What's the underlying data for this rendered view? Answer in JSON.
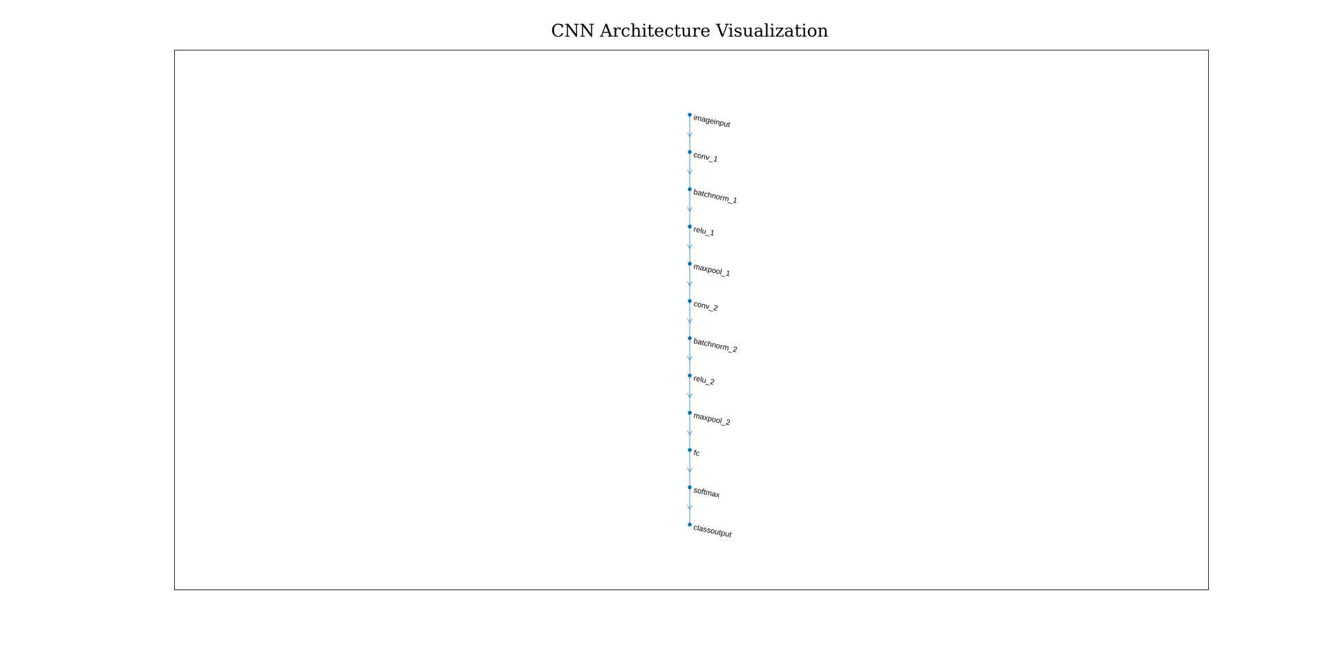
{
  "figure": {
    "title": "CNN Architecture Visualization"
  },
  "graph": {
    "layout": "layered",
    "node_color": "#0072BD",
    "edge_color": "#0072BD",
    "nodes": [
      {
        "label": "imageinput"
      },
      {
        "label": "conv_1"
      },
      {
        "label": "batchnorm_1"
      },
      {
        "label": "relu_1"
      },
      {
        "label": "maxpool_1"
      },
      {
        "label": "conv_2"
      },
      {
        "label": "batchnorm_2"
      },
      {
        "label": "relu_2"
      },
      {
        "label": "maxpool_2"
      },
      {
        "label": "fc"
      },
      {
        "label": "softmax"
      },
      {
        "label": "classoutput"
      }
    ],
    "edges": [
      [
        "imageinput",
        "conv_1"
      ],
      [
        "conv_1",
        "batchnorm_1"
      ],
      [
        "batchnorm_1",
        "relu_1"
      ],
      [
        "relu_1",
        "maxpool_1"
      ],
      [
        "maxpool_1",
        "conv_2"
      ],
      [
        "conv_2",
        "batchnorm_2"
      ],
      [
        "batchnorm_2",
        "relu_2"
      ],
      [
        "relu_2",
        "maxpool_2"
      ],
      [
        "maxpool_2",
        "fc"
      ],
      [
        "fc",
        "softmax"
      ],
      [
        "softmax",
        "classoutput"
      ]
    ]
  }
}
